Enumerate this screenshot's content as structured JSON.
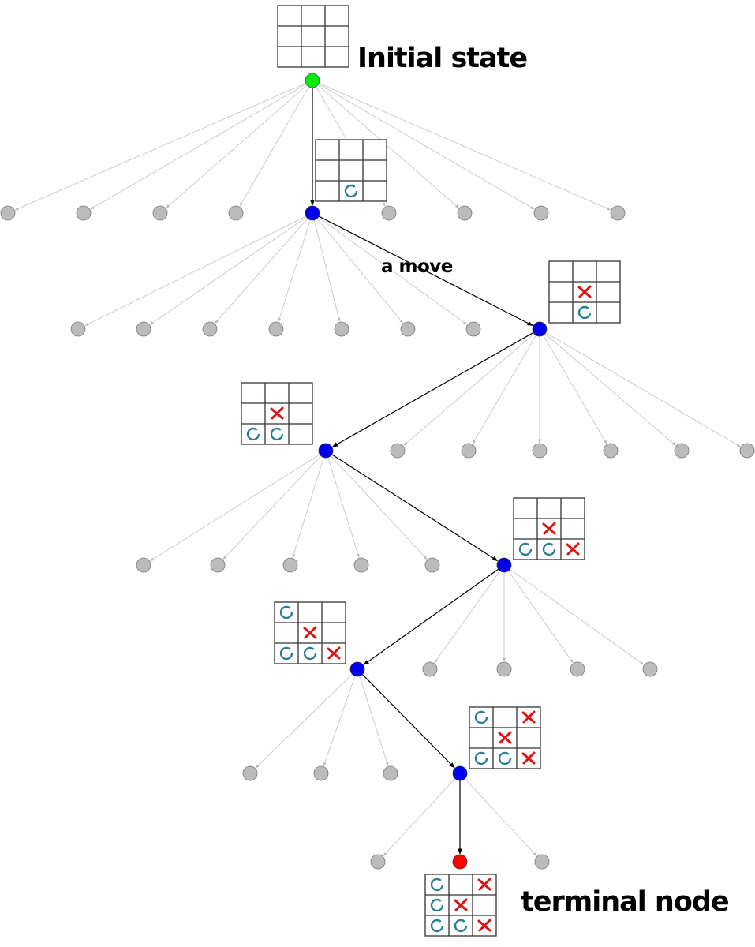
{
  "labels": {
    "initial": "Initial state",
    "move": "a move",
    "terminal": "terminal node"
  },
  "colors": {
    "root": "#00ee00",
    "path": "#0000ee",
    "other": "#bbbbbb",
    "terminal": "#ff0000",
    "o_mark": "#2a7f95",
    "x_mark": "#dd1111",
    "edge_path": "#000000",
    "edge_other": "#cccccc"
  },
  "tree": {
    "branching": [
      9,
      8,
      7,
      6,
      5,
      4,
      3
    ],
    "chosen_child_index": [
      4,
      7,
      0,
      5,
      0,
      3,
      1
    ]
  },
  "boards": [
    {
      "node": "root",
      "cells": [
        "",
        "",
        "",
        "",
        "",
        "",
        "",
        "",
        ""
      ]
    },
    {
      "node": "level1",
      "cells": [
        "",
        "",
        "",
        "",
        "",
        "",
        "",
        "O",
        ""
      ]
    },
    {
      "node": "level2",
      "cells": [
        "",
        "",
        "",
        "",
        "X",
        "",
        "",
        "O",
        ""
      ]
    },
    {
      "node": "level3",
      "cells": [
        "",
        "",
        "",
        "",
        "X",
        "",
        "O",
        "O",
        ""
      ]
    },
    {
      "node": "level4",
      "cells": [
        "",
        "",
        "",
        "",
        "X",
        "",
        "O",
        "O",
        "X"
      ]
    },
    {
      "node": "level5",
      "cells": [
        "O",
        "",
        "",
        "",
        "X",
        "",
        "O",
        "O",
        "X"
      ]
    },
    {
      "node": "level6",
      "cells": [
        "O",
        "",
        "X",
        "",
        "X",
        "",
        "O",
        "O",
        "X"
      ]
    },
    {
      "node": "terminal",
      "cells": [
        "O",
        "",
        "X",
        "O",
        "X",
        "",
        "O",
        "O",
        "X"
      ]
    }
  ]
}
